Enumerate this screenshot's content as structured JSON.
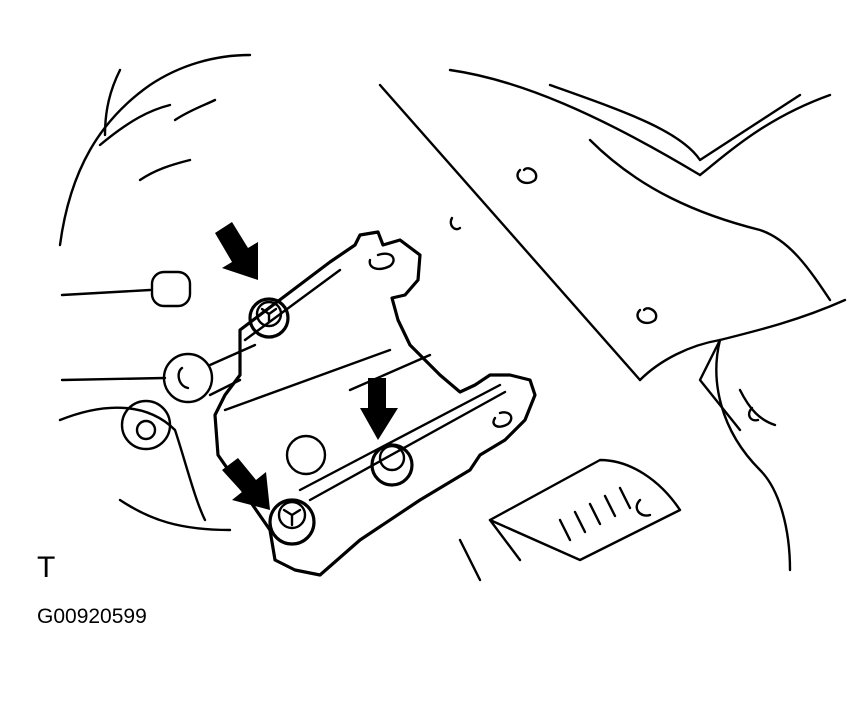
{
  "diagram": {
    "view_label": "T",
    "figure_id": "G00920599",
    "subject": "Engine mount bracket with three bolts indicated",
    "arrows": [
      {
        "name": "arrow-top-left-bolt",
        "target": "upper bolt"
      },
      {
        "name": "arrow-center-bolt",
        "target": "center bolt"
      },
      {
        "name": "arrow-bottom-left-bolt",
        "target": "lower bolt"
      }
    ],
    "colors": {
      "line": "#000000",
      "background": "#ffffff"
    }
  }
}
